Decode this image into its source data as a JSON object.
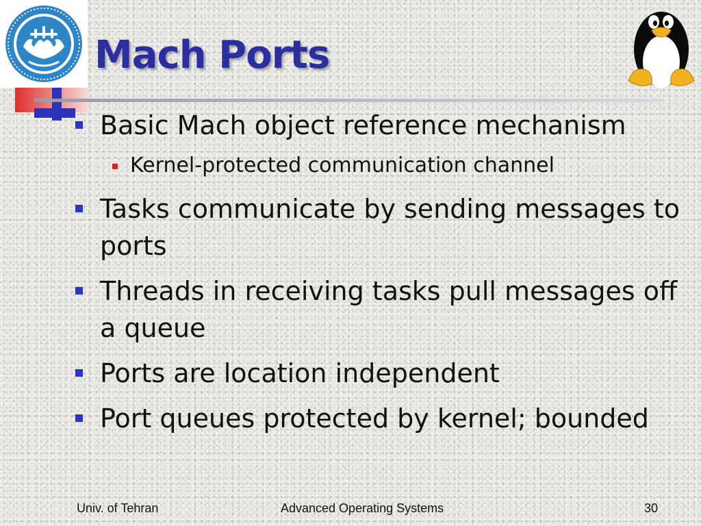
{
  "slide": {
    "title": "Mach Ports",
    "bullets": [
      {
        "text": "Basic Mach object reference mechanism",
        "sub": [
          "Kernel-protected communication channel"
        ]
      },
      {
        "text": "Tasks communicate by sending messages to ports"
      },
      {
        "text": "Threads in receiving tasks pull messages off a queue"
      },
      {
        "text": "Ports are location independent"
      },
      {
        "text": "Port queues protected by kernel; bounded"
      }
    ],
    "footer": {
      "left": "Univ. of Tehran",
      "center": "Advanced Operating Systems",
      "page_number": "30"
    }
  },
  "colors": {
    "title": "#2b2e9e",
    "bullet_marker": "#2b33c8",
    "sub_bullet_marker": "#d9201d",
    "logo_blue": "#2f86c6",
    "accent_red": "#d9201d"
  },
  "icons": {
    "logo": "university-of-tehran-seal-icon",
    "mascot": "linux-tux-penguin-icon"
  }
}
